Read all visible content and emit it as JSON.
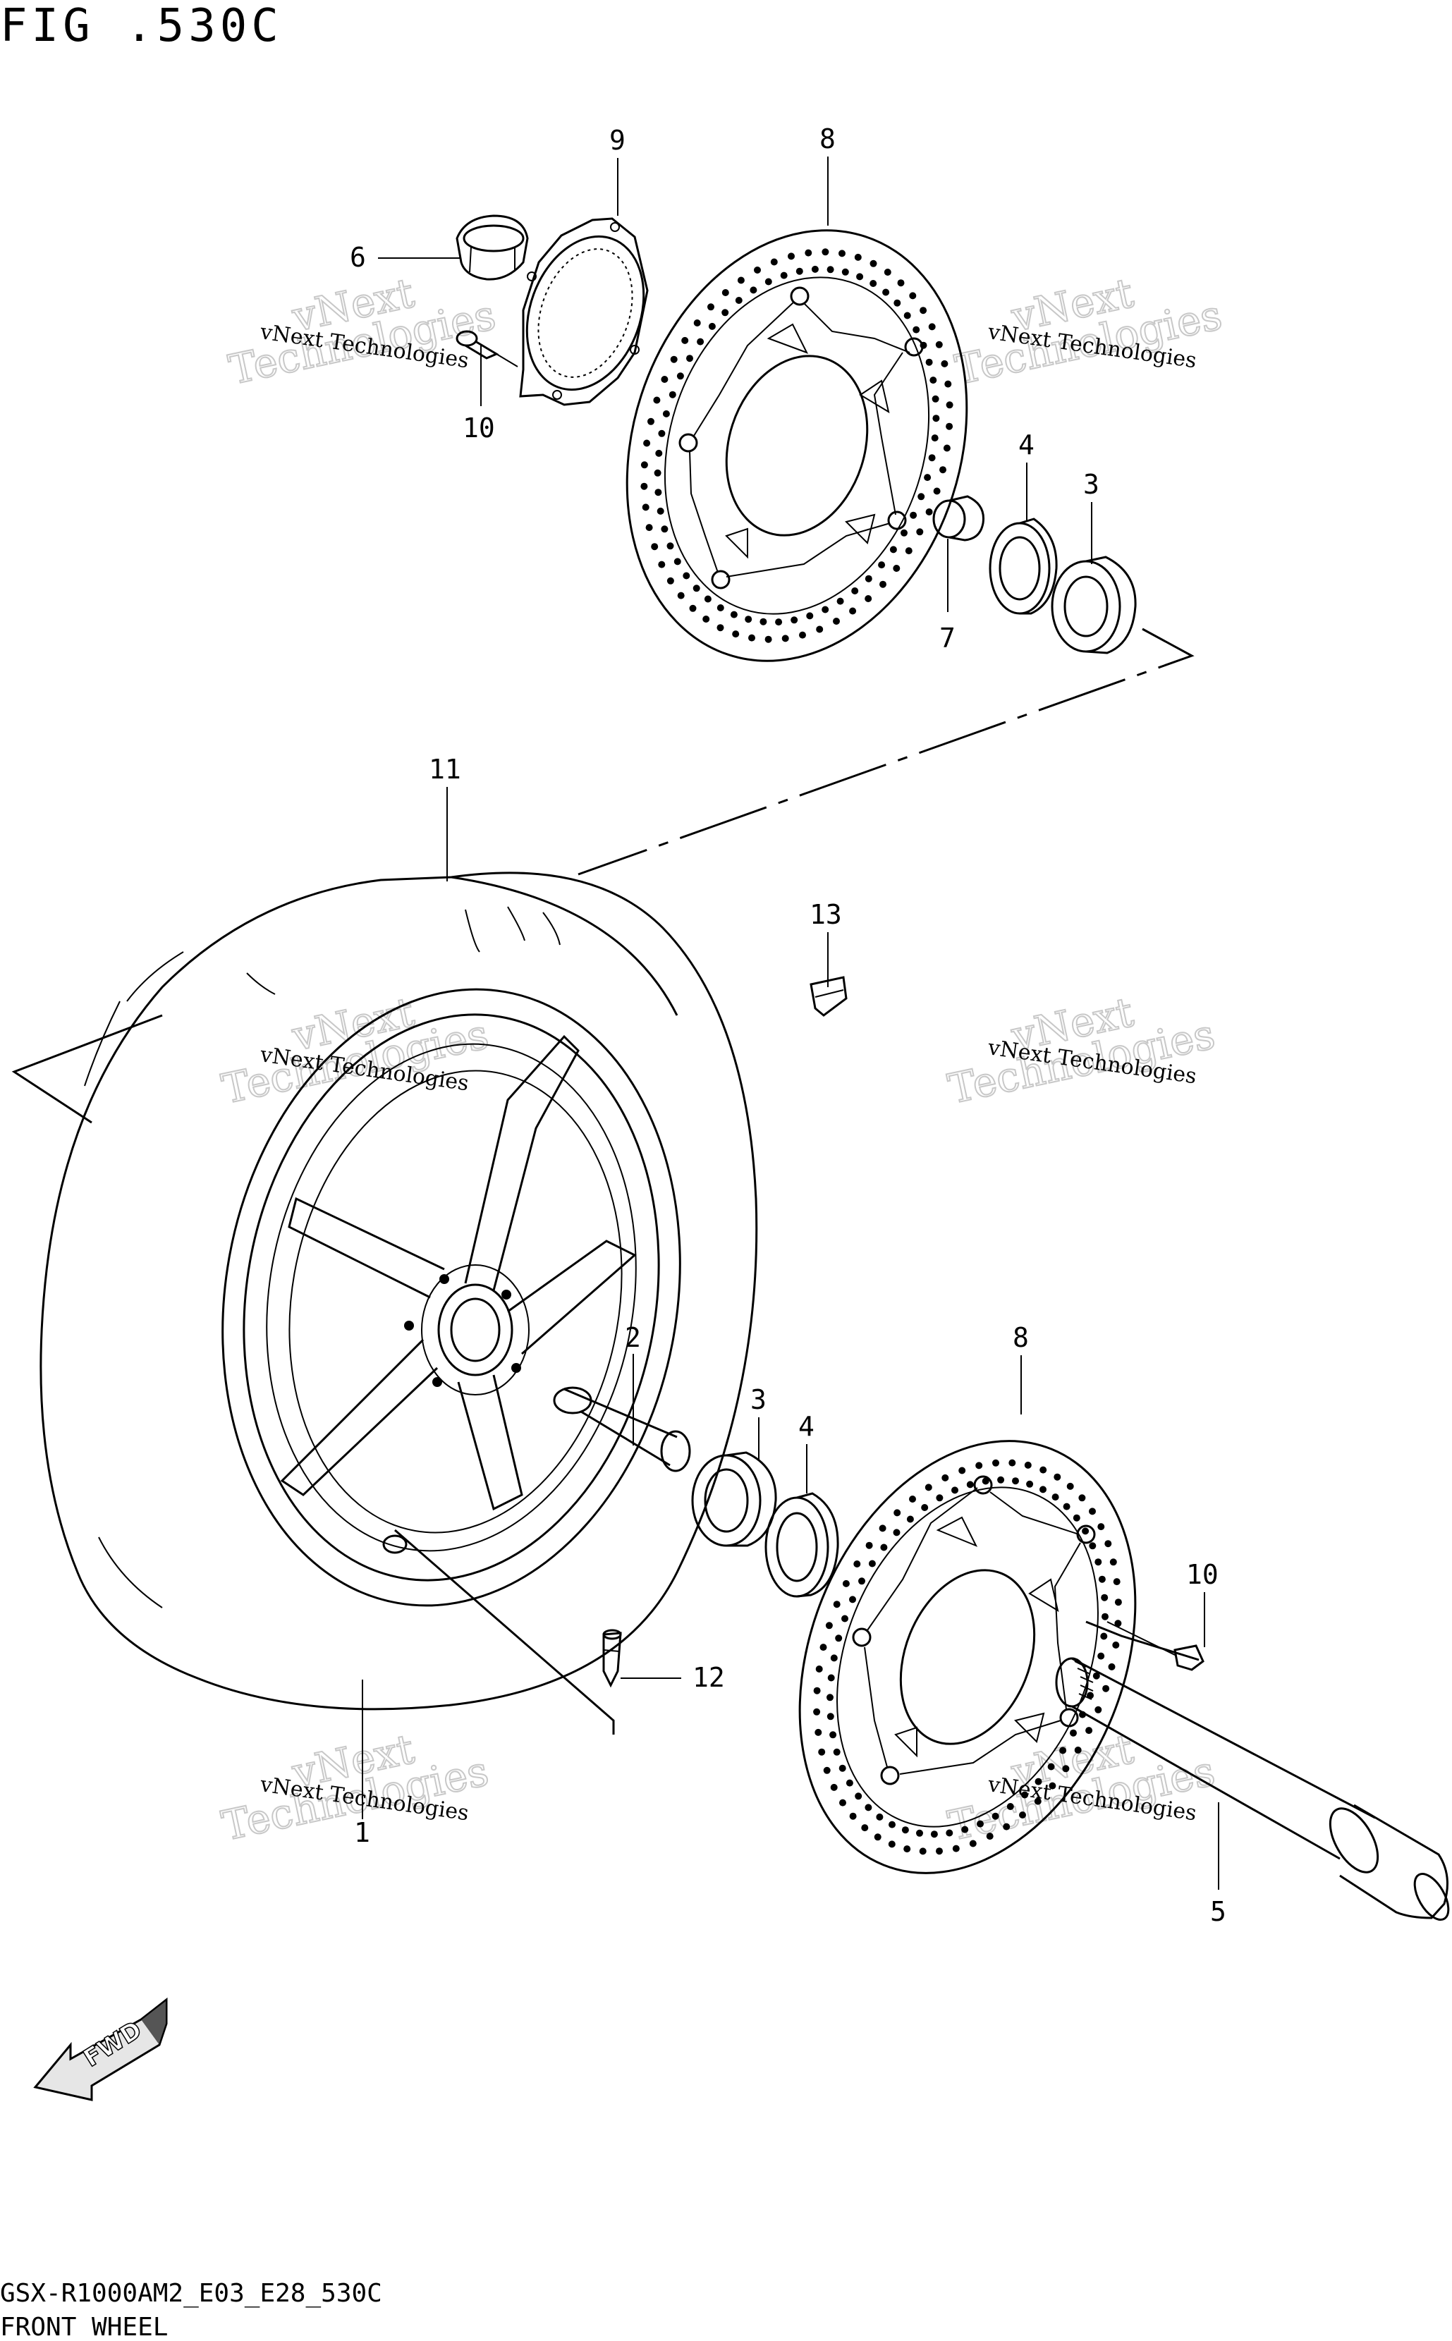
{
  "figure": {
    "title": "FIG .530C"
  },
  "callouts": [
    {
      "id": "c1",
      "label": "1"
    },
    {
      "id": "c2",
      "label": "2"
    },
    {
      "id": "c3a",
      "label": "3"
    },
    {
      "id": "c3b",
      "label": "3"
    },
    {
      "id": "c4a",
      "label": "4"
    },
    {
      "id": "c4b",
      "label": "4"
    },
    {
      "id": "c5",
      "label": "5"
    },
    {
      "id": "c6",
      "label": "6"
    },
    {
      "id": "c7",
      "label": "7"
    },
    {
      "id": "c8a",
      "label": "8"
    },
    {
      "id": "c8b",
      "label": "8"
    },
    {
      "id": "c9",
      "label": "9"
    },
    {
      "id": "c10a",
      "label": "10"
    },
    {
      "id": "c10b",
      "label": "10"
    },
    {
      "id": "c11",
      "label": "11"
    },
    {
      "id": "c12",
      "label": "12"
    },
    {
      "id": "c13",
      "label": "13"
    }
  ],
  "watermark": {
    "line1": "vNext Technologies",
    "line2": "vNext",
    "line3": "Technologies"
  },
  "fwd_label": "FWD",
  "footer": {
    "code": "GSX-R1000AM2_E03_E28_530C",
    "name": "FRONT WHEEL"
  }
}
